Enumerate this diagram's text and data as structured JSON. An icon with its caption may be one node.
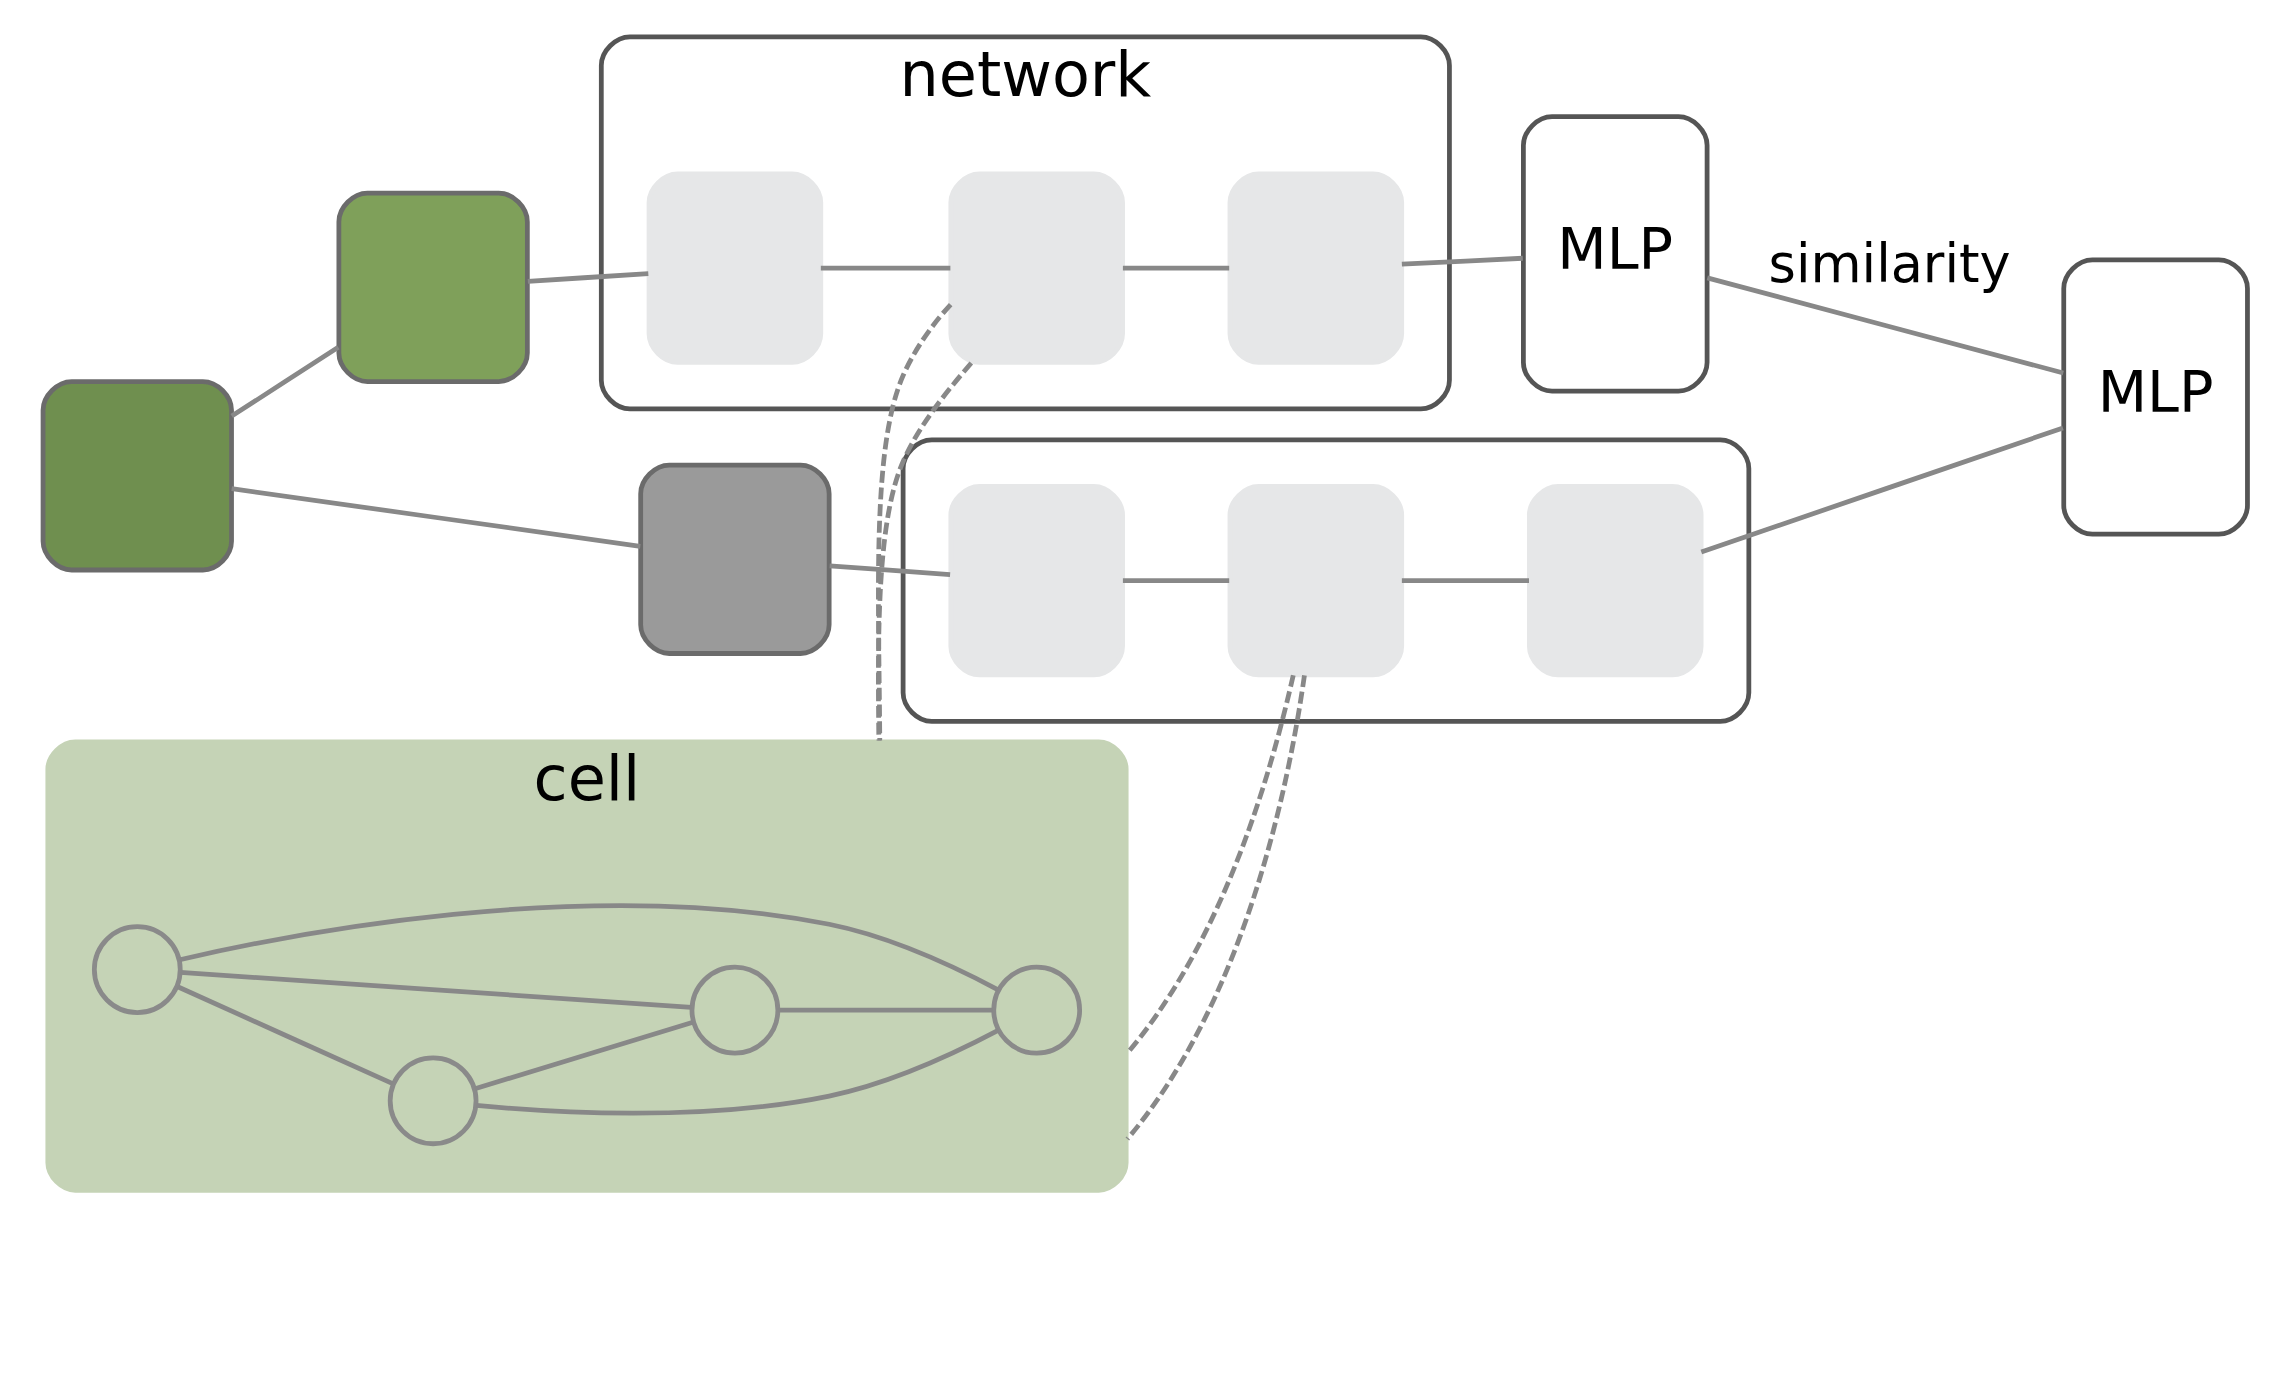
{
  "diagram": {
    "nodes": [
      {
        "text": [],
        "shape": "box"
      },
      {
        "text": [],
        "shape": "box"
      },
      {
        "text": [],
        "shape": "box"
      },
      {
        "text": [
          "network"
        ]
      },
      {
        "text": [],
        "shape": "box",
        "in": 3
      },
      {
        "text": [],
        "shape": "box",
        "in": 3
      },
      {
        "text": [],
        "shape": "box",
        "in": 3
      },
      {
        "text": [
          "MLP"
        ]
      },
      {
        "text": [],
        "shape": "box"
      },
      {
        "text": [],
        "shape": "box",
        "in": 8
      },
      {
        "text": [],
        "shape": "box",
        "in": 8
      },
      {
        "text": [],
        "shape": "box",
        "in": 8
      },
      {
        "text": [
          "MLP"
        ]
      },
      {
        "text": [
          "cell"
        ]
      },
      {
        "text": [],
        "shape": "circle",
        "in": 13
      },
      {
        "text": [],
        "shape": "circle",
        "in": 13
      },
      {
        "text": [],
        "shape": "circle",
        "in": 13
      },
      {
        "text": [],
        "shape": "circle",
        "in": 13
      }
    ],
    "edges": [
      {
        "from": 0,
        "to": 1,
        "arrow": "none"
      },
      {
        "from": 0,
        "to": 2,
        "arrow": "none"
      },
      {
        "from": 1,
        "to": 4,
        "arrow": "none"
      },
      {
        "from": 4,
        "to": 5,
        "arrow": "none"
      },
      {
        "from": 5,
        "to": 6,
        "arrow": "none"
      },
      {
        "from": 6,
        "to": 7,
        "arrow": "none"
      },
      {
        "from": 2,
        "to": 9,
        "arrow": "none"
      },
      {
        "from": 9,
        "to": 10,
        "arrow": "none"
      },
      {
        "from": 10,
        "to": 11,
        "arrow": "none"
      },
      {
        "from": 11,
        "to": 12,
        "arrow": "none"
      },
      {
        "from": 7,
        "to": 12,
        "arrow": "none",
        "label": "similarity"
      },
      {
        "from": 5,
        "to": 13,
        "arrow": "none",
        "style": "dashed"
      },
      {
        "from": 5,
        "to": 13,
        "arrow": "none",
        "style": "dashed"
      },
      {
        "from": 10,
        "to": 13,
        "arrow": "none",
        "style": "dashed"
      },
      {
        "from": 10,
        "to": 13,
        "arrow": "none",
        "style": "dashed"
      },
      {
        "from": 14,
        "to": 17,
        "arrow": "none"
      },
      {
        "from": 14,
        "to": 16,
        "arrow": "none"
      },
      {
        "from": 14,
        "to": 15,
        "arrow": "none"
      },
      {
        "from": 16,
        "to": 17,
        "arrow": "none"
      },
      {
        "from": 15,
        "to": 16,
        "arrow": "none"
      },
      {
        "from": 15,
        "to": 17,
        "arrow": "none"
      }
    ]
  }
}
